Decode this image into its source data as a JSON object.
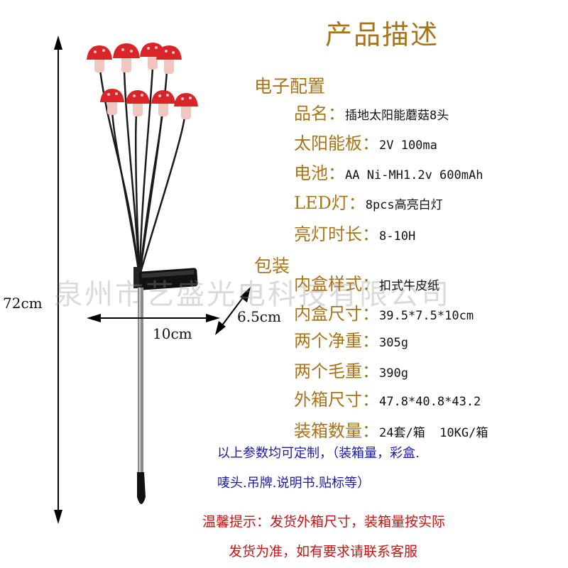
{
  "title": "产品描述",
  "sections": {
    "electronics": "电子配置",
    "packaging": "包装"
  },
  "specs": [
    {
      "label": "品名：",
      "value": "插地太阳能蘑菇8头"
    },
    {
      "label": "太阳能板：",
      "value": "2V 100ma"
    },
    {
      "label": "电池：",
      "value": "AA Ni-MH1.2v 600mAh"
    },
    {
      "label": "LED灯：",
      "value": "8pcs高亮白灯"
    },
    {
      "label": "亮灯时长：",
      "value": "8-10H"
    }
  ],
  "packing": [
    {
      "label": "内盒样式：",
      "value": "扣式牛皮纸"
    },
    {
      "label": "内盒尺寸：",
      "value": "39.5*7.5*10cm"
    },
    {
      "label": "两个净重：",
      "value": "305g"
    },
    {
      "label": "两个毛重：",
      "value": "390g"
    },
    {
      "label": "外箱尺寸：",
      "value": "47.8*40.8*43.2"
    },
    {
      "label": "装箱数量：",
      "value": "24套/箱  10KG/箱"
    }
  ],
  "note_lines": [
    "以上参数均可定制，（装箱量，彩盒.",
    "唛头.吊牌.说明书.贴标等）"
  ],
  "warning_lines": [
    "温馨提示：发货外箱尺寸，装箱量按实际",
    "发货为准，如有要求请联系客服"
  ],
  "dimensions": {
    "height": "72cm",
    "width": "10cm",
    "depth": "6.5cm"
  },
  "watermark": "泉州市艺盛光电科技有限公司",
  "colors": {
    "heading": "#a8741a",
    "note": "#1a1aa8",
    "warning": "#cc1111",
    "mushroom_cap": "#d9252a"
  }
}
